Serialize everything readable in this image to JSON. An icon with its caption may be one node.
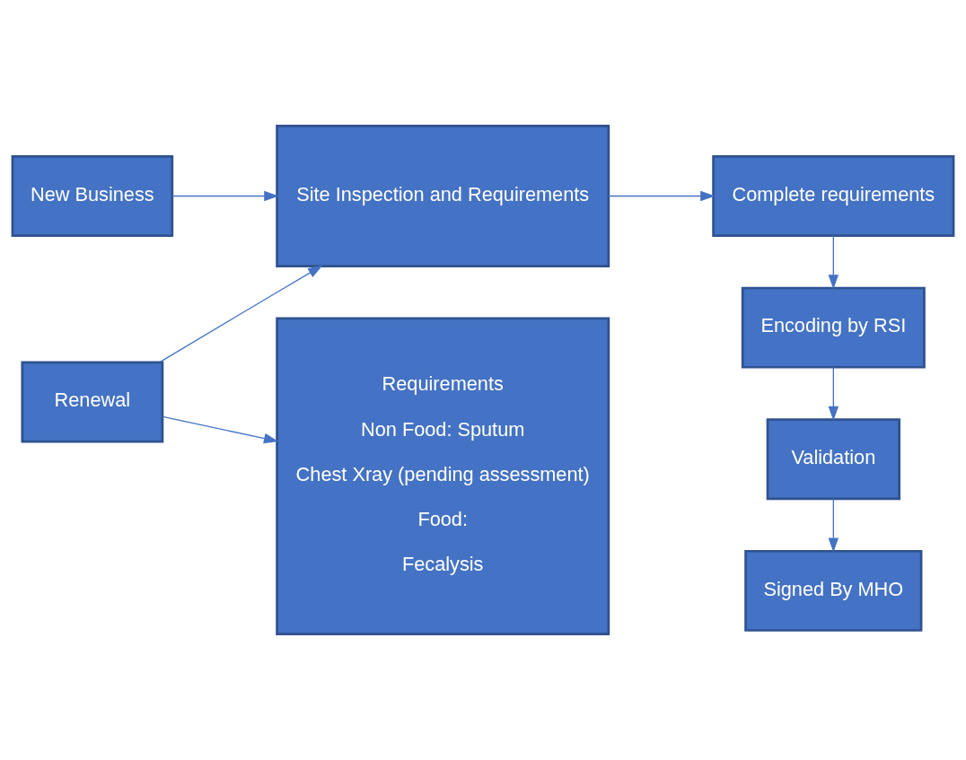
{
  "diagram": {
    "nodes": [
      {
        "text": [
          "New Business"
        ]
      },
      {
        "text": [
          "Site Inspection and Requirements"
        ]
      },
      {
        "text": [
          "Complete requirements"
        ]
      },
      {
        "text": [
          "Renewal"
        ]
      },
      {
        "text": [
          "Requirements",
          "Non Food: Sputum",
          "Chest Xray (pending assessment)",
          "Food:",
          "Fecalysis"
        ]
      },
      {
        "text": [
          "Encoding by RSI"
        ]
      },
      {
        "text": [
          "Validation"
        ]
      },
      {
        "text": [
          "Signed By MHO"
        ]
      }
    ],
    "edges": [
      {
        "from": 0,
        "to": 1,
        "arrow": "to"
      },
      {
        "from": 1,
        "to": 2,
        "arrow": "to"
      },
      {
        "from": 2,
        "to": 5,
        "arrow": "to"
      },
      {
        "from": 3,
        "to": 1,
        "arrow": "to"
      },
      {
        "from": 3,
        "to": 4,
        "arrow": "to"
      },
      {
        "from": 5,
        "to": 6,
        "arrow": "to"
      },
      {
        "from": 6,
        "to": 7,
        "arrow": "to"
      }
    ]
  }
}
